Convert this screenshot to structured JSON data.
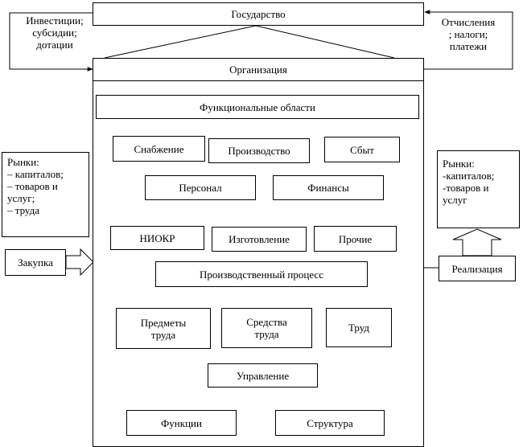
{
  "nodes": {
    "state": "Государство",
    "investments": "Инвестиции;\nсубсидии;\nдотации",
    "deductions": "Отчисления\n; налоги;\nплатежи",
    "organization": "Организация",
    "functional_areas": "Функциональные области",
    "supply": "Снабжение",
    "production": "Производство",
    "sales": "Сбыт",
    "personnel": "Персонал",
    "finance": "Финансы",
    "rnd": "НИОКР",
    "manufacturing": "Изготовление",
    "other": "Прочие",
    "production_process": "Производственный процесс",
    "objects_of_labor": "Предметы\nтруда",
    "means_of_labor": "Средства\nтруда",
    "labor": "Труд",
    "management": "Управление",
    "functions": "Функции",
    "structure": "Структура",
    "markets_left": "Рынки:\n– капиталов;\n– товаров и\n  услуг;\n– труда",
    "purchase": "Закупка",
    "markets_right": "Рынки:\n-капиталов;\n-товаров      и\n  услуг",
    "realization": "Реализация"
  }
}
